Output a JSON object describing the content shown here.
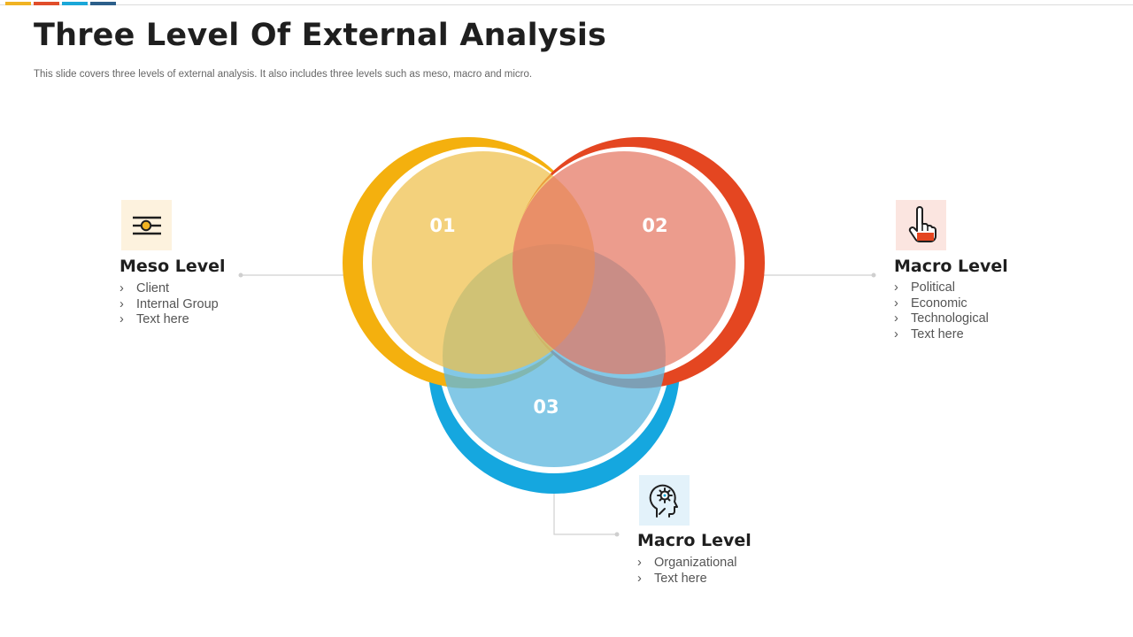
{
  "header": {
    "title": "Three Level Of External Analysis",
    "subtitle": "This slide covers three levels of external analysis. It also includes three levels such as meso, macro and micro.",
    "accent_colors": [
      "#F0B323",
      "#E14D2A",
      "#1AA7D8",
      "#2C5F8A"
    ]
  },
  "venn": {
    "circles": [
      {
        "number": "01",
        "ring_color": "#F4B00E",
        "fill_color": "#F2CB68"
      },
      {
        "number": "02",
        "ring_color": "#E44621",
        "fill_color": "#EC8E7C"
      },
      {
        "number": "03",
        "ring_color": "#15A7DF",
        "fill_color": "#7CC7E6"
      }
    ]
  },
  "blocks": {
    "meso": {
      "title": "Meso Level",
      "icon": "sliders-icon",
      "icon_bg": "#FDF2DE",
      "items": [
        "Client",
        "Internal Group",
        "Text here"
      ]
    },
    "macro_right": {
      "title": "Macro Level",
      "icon": "hand-pointing-up-icon",
      "icon_bg": "#FBE5E0",
      "items": [
        "Political",
        "Economic",
        "Technological",
        "Text here"
      ]
    },
    "macro_bottom": {
      "title": "Macro Level",
      "icon": "head-gear-icon",
      "icon_bg": "#E3F2FA",
      "items": [
        "Organizational",
        "Text here"
      ]
    }
  },
  "bullet_glyph": "›"
}
